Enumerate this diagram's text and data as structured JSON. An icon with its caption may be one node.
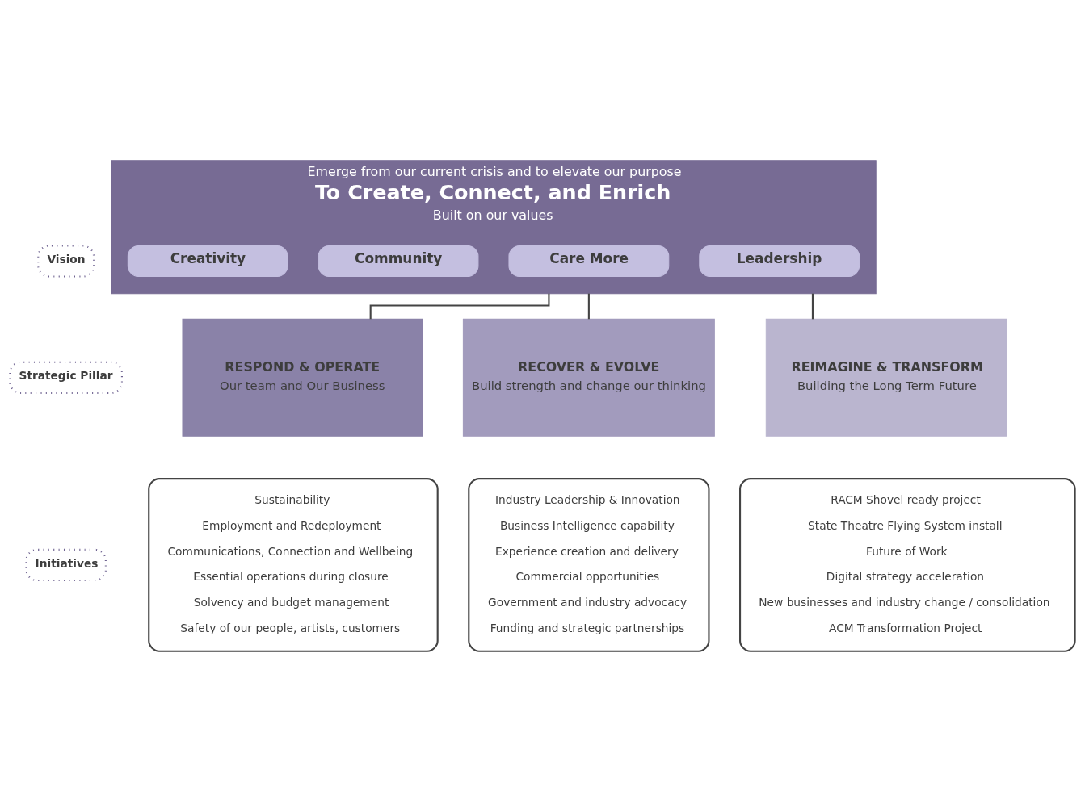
{
  "diagram": {
    "nodes": [
      {
        "text": [
          "Vision"
        ]
      },
      {
        "text": [
          "Strategic Pillar"
        ]
      },
      {
        "text": [
          "Initiatives"
        ]
      },
      {
        "text": [
          "Emerge from our current crisis and to elevate our purpose",
          "To Create, Connect, and Enrich",
          "Built on our values"
        ]
      },
      {
        "text": [
          "Creativity"
        ],
        "in": 3
      },
      {
        "text": [
          "Community"
        ],
        "in": 3
      },
      {
        "text": [
          "Care More"
        ],
        "in": 3
      },
      {
        "text": [
          "Leadership"
        ],
        "in": 3
      },
      {
        "text": [
          "RESPOND & OPERATE",
          "Our team and Our Business"
        ]
      },
      {
        "text": [
          "RECOVER & EVOLVE",
          "Build strength and change our thinking"
        ]
      },
      {
        "text": [
          "REIMAGINE & TRANSFORM",
          "Building the Long Term Future"
        ]
      },
      {
        "text": [
          "Sustainability",
          "Employment and Redeployment",
          "Communications, Connection and Wellbeing",
          "Essential operations during closure",
          "Solvency and budget management",
          "Safety of our people, artists, customers"
        ]
      },
      {
        "text": [
          "Industry Leadership & Innovation",
          "Business Intelligence capability",
          "Experience creation and delivery",
          "Commercial opportunities",
          "Government and industry advocacy",
          "Funding and strategic partnerships"
        ]
      },
      {
        "text": [
          "RACM Shovel ready project",
          "State Theatre Flying System install",
          "Future of Work",
          "Digital strategy acceleration",
          "New businesses and industry change / consolidation",
          "ACM Transformation Project"
        ]
      }
    ],
    "edges": [
      {
        "from": 3,
        "to": 8,
        "arrow": "none"
      },
      {
        "from": 3,
        "to": 9,
        "arrow": "none"
      },
      {
        "from": 3,
        "to": 10,
        "arrow": "none"
      }
    ]
  }
}
